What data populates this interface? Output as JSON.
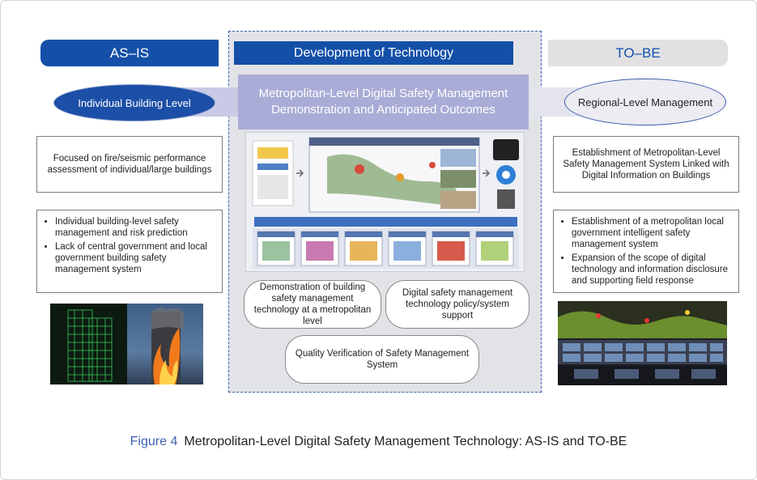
{
  "headers": {
    "as_is": "AS–IS",
    "development": "Development of Technology",
    "to_be": "TO–BE"
  },
  "as_is": {
    "oval": "Individual Building Level",
    "focus_text": "Focused on fire/seismic performance assessment of individual/large buildings",
    "bullets": [
      "Individual building-level safety management and risk prediction",
      "Lack of central government and local government building safety management system"
    ]
  },
  "center": {
    "title": "Metropolitan-Level Digital Safety Management Demonstration and Anticipated Outcomes",
    "pills": [
      "Demonstration of building safety management technology at a metropolitan level",
      "Digital safety management technology policy/system support",
      "Quality Verification of Safety Management System"
    ]
  },
  "to_be": {
    "oval": "Regional-Level Management",
    "focus_text": "Establishment of Metropolitan-Level Safety Management System Linked with Digital Information on Buildings",
    "bullets": [
      "Establishment of a metropolitan local government intelligent safety management system",
      "Expansion of the scope of digital technology and information disclosure and supporting field response"
    ]
  },
  "caption": {
    "figure_label": "Figure 4",
    "text": "Metropolitan-Level Digital Safety Management Technology: AS-IS and TO-BE"
  },
  "colors": {
    "primary_blue": "#1450a8",
    "lavender": "#a9acd6",
    "panel_gray": "#e2e3e7"
  }
}
